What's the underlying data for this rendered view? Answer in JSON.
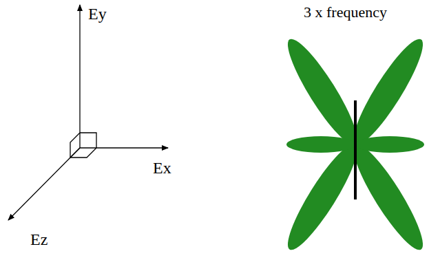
{
  "diagram": {
    "labels": [
      "Ey",
      "Ex",
      "Ez",
      "3 x frequency"
    ]
  }
}
